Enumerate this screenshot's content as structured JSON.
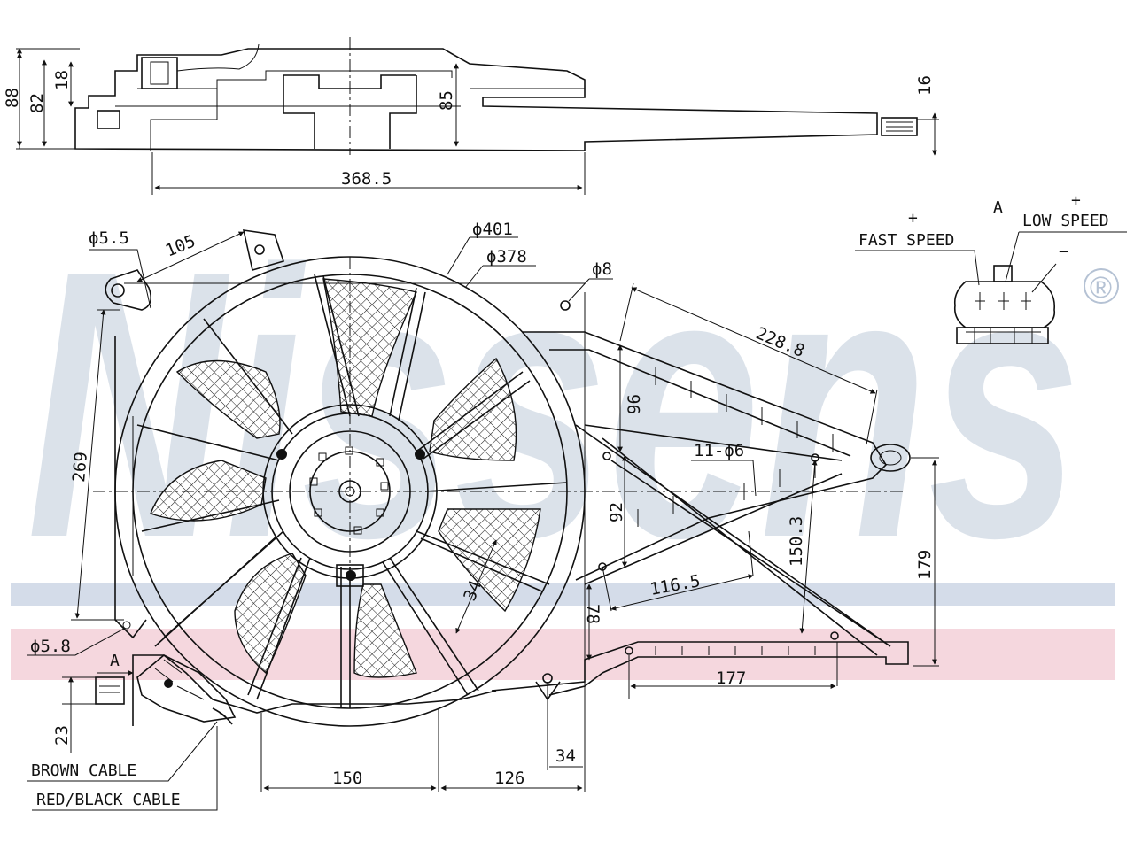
{
  "watermark": {
    "brand": "Nissens",
    "registered": "®",
    "band_blue": "#c9d3e3",
    "band_pink": "#f2c9d3"
  },
  "side_view": {
    "dims": {
      "d88": "88",
      "d82": "82",
      "d18": "18",
      "d85": "85",
      "d16": "16",
      "d368": "368.5"
    }
  },
  "front_view": {
    "dims": {
      "phi55": "ϕ5.5",
      "d105": "105",
      "phi401": "ϕ401",
      "phi378": "ϕ378",
      "phi8": "ϕ8",
      "d2288": "228.8",
      "d96": "96",
      "d11phi6": "11-ϕ6",
      "d269": "269",
      "d92": "92",
      "d1503": "150.3",
      "d179": "179",
      "d1165": "116.5",
      "d34a": "34",
      "d78": "78",
      "phi58": "ϕ5.8",
      "d177": "177",
      "d23": "23",
      "d34": "34",
      "d150": "150",
      "d126": "126"
    },
    "labels": {
      "view_a": "A",
      "brown_cable": "BROWN CABLE",
      "red_black_cable": "RED/BLACK CABLE"
    }
  },
  "connector": {
    "view_a": "A",
    "plus_fast": "+",
    "plus_low": "+",
    "minus": "−",
    "fast_speed": "FAST SPEED",
    "low_speed": "LOW SPEED"
  }
}
